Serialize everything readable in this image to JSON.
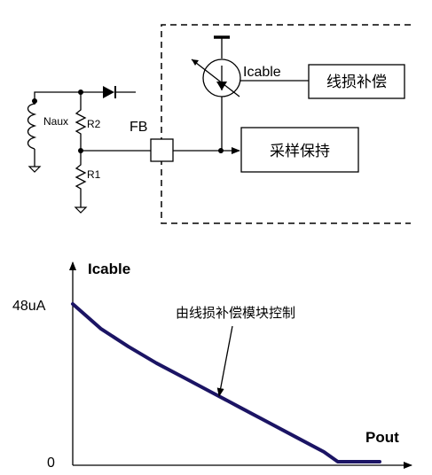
{
  "circuit": {
    "inductor_label": "Naux",
    "r2_label": "R2",
    "r1_label": "R1",
    "fb_label": "FB",
    "current_source_label": "Icable",
    "compensation_box": "线损补偿",
    "sample_hold_box": "采样保持"
  },
  "graph": {
    "y_axis_title": "Icable",
    "x_axis_title": "Pout",
    "y_max_label": "48uA",
    "origin_label": "0",
    "annotation": "由线损补偿模块控制",
    "curve_color": "#1b1464"
  },
  "chart_data": {
    "type": "line",
    "title": "",
    "xlabel": "Pout",
    "ylabel": "Icable",
    "y_tick_labels": [
      "0",
      "48uA"
    ],
    "series": [
      {
        "x": [
          0,
          0.1,
          0.2,
          0.3,
          0.4,
          0.5,
          0.6,
          0.7,
          0.8,
          0.9,
          0.95,
          1.0,
          1.1
        ],
        "y": [
          48,
          40.5,
          35,
          30,
          25.5,
          21,
          16.5,
          12,
          7.5,
          3,
          0,
          0,
          0
        ]
      }
    ],
    "xlim": [
      0,
      1.1
    ],
    "ylim": [
      0,
      48
    ]
  }
}
